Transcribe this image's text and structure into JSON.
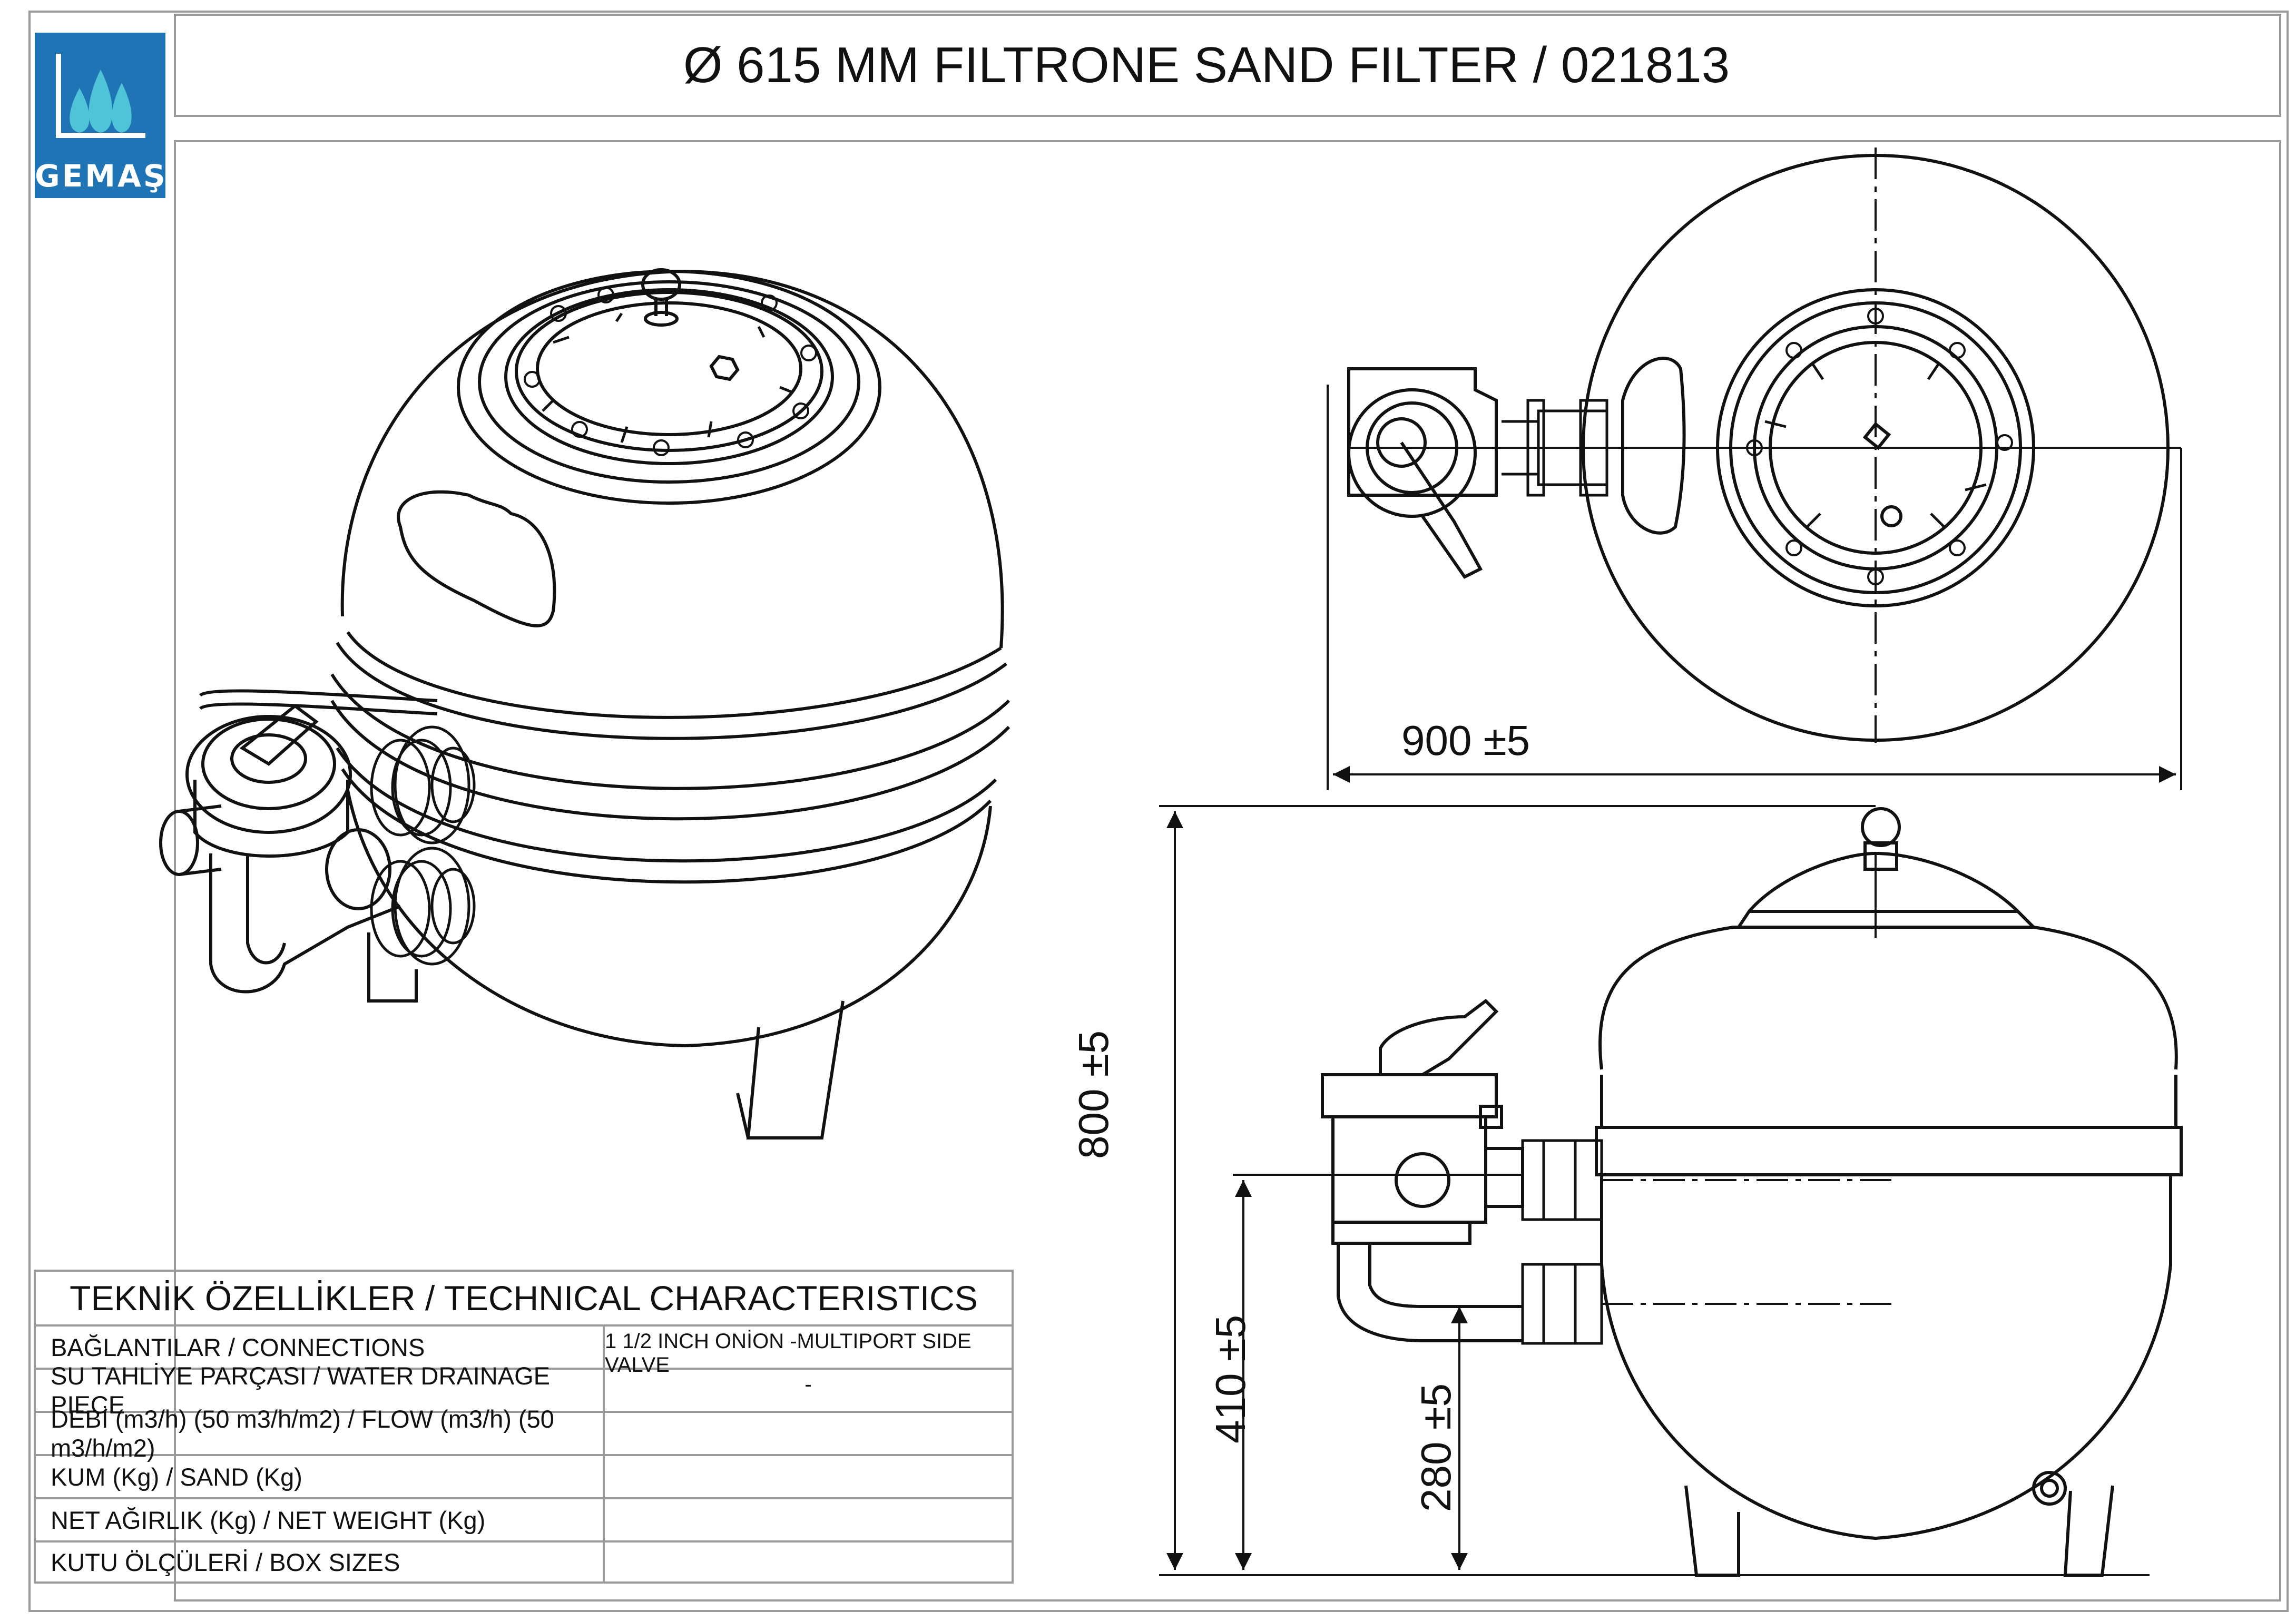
{
  "logo": {
    "text": "GEMAŞ",
    "brand_color": "#1f74b5",
    "icon": "water-drops-logo"
  },
  "title": "Ø 615 MM FILTRONE SAND FILTER / 021813",
  "dimensions": {
    "width": "900 ±5",
    "height": "800 ±5",
    "upper_connection": "410 ±5",
    "lower_connection": "280 ±5"
  },
  "table": {
    "header": "TEKNİK ÖZELLİKLER / TECHNICAL CHARACTERISTICS",
    "rows": [
      {
        "label": "BAĞLANTILAR / CONNECTIONS",
        "value": "1 1/2 INCH ONİON -MULTIPORT SIDE VALVE"
      },
      {
        "label": "SU TAHLİYE PARÇASI / WATER DRAINAGE PIECE",
        "value": "-"
      },
      {
        "label": "DEBİ (m3/h) (50 m3/h/m2) / FLOW (m3/h) (50 m3/h/m2)",
        "value": ""
      },
      {
        "label": "KUM (Kg) / SAND (Kg)",
        "value": ""
      },
      {
        "label": "NET AĞIRLIK (Kg) / NET WEIGHT (Kg)",
        "value": ""
      },
      {
        "label": "KUTU ÖLÇÜLERİ /  BOX SIZES",
        "value": ""
      }
    ]
  }
}
